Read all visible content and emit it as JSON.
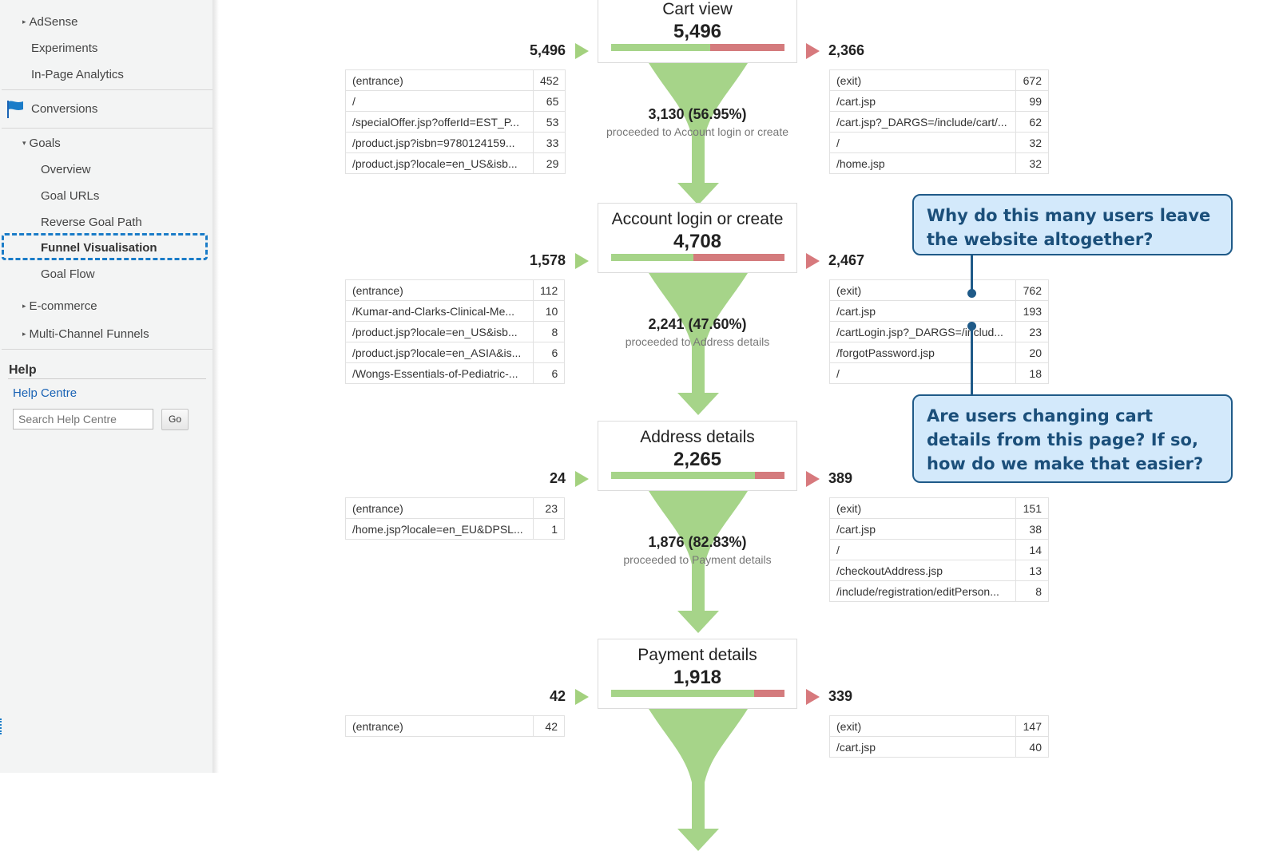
{
  "sidebar": {
    "items": [
      {
        "label": "AdSense",
        "expander": "▸"
      },
      {
        "label": "Experiments"
      },
      {
        "label": "In-Page Analytics"
      },
      {
        "label": "Conversions",
        "icon": "flag-icon"
      },
      {
        "label": "Goals",
        "expander": "▾"
      },
      {
        "label": "Overview"
      },
      {
        "label": "Goal URLs"
      },
      {
        "label": "Reverse Goal Path"
      },
      {
        "label": "Funnel Visualisation",
        "active": true
      },
      {
        "label": "Goal Flow"
      },
      {
        "label": "E-commerce",
        "expander": "▸"
      },
      {
        "label": "Multi-Channel Funnels",
        "expander": "▸"
      }
    ],
    "help": {
      "title": "Help",
      "link": "Help Centre",
      "search_placeholder": "Search Help Centre",
      "go_label": "Go"
    },
    "accent_color": "#1a7cc8"
  },
  "funnel": {
    "colors": {
      "proceed": "#a6d489",
      "exit": "#d47b7d",
      "entrance_arrow": "#a3d17e",
      "exit_arrow": "#d7797d"
    },
    "steps": [
      {
        "title": "Cart view",
        "value": "5,496",
        "entrances": "5,496",
        "exits": "2,366",
        "proceed_fraction": 0.57,
        "flow_pct": "3,130 (56.95%)",
        "flow_desc": "proceeded to Account login or create",
        "entrance_rows": [
          {
            "label": "(entrance)",
            "value": "452"
          },
          {
            "label": "/",
            "value": "65"
          },
          {
            "label": "/specialOffer.jsp?offerId=EST_P...",
            "value": "53"
          },
          {
            "label": "/product.jsp?isbn=9780124159...",
            "value": "33"
          },
          {
            "label": "/product.jsp?locale=en_US&isb...",
            "value": "29"
          }
        ],
        "exit_rows": [
          {
            "label": "(exit)",
            "value": "672"
          },
          {
            "label": "/cart.jsp",
            "value": "99"
          },
          {
            "label": "/cart.jsp?_DARGS=/include/cart/...",
            "value": "62"
          },
          {
            "label": "/",
            "value": "32"
          },
          {
            "label": "/home.jsp",
            "value": "32"
          }
        ]
      },
      {
        "title": "Account login or create",
        "value": "4,708",
        "entrances": "1,578",
        "exits": "2,467",
        "proceed_fraction": 0.476,
        "flow_pct": "2,241 (47.60%)",
        "flow_desc": "proceeded to Address details",
        "entrance_rows": [
          {
            "label": "(entrance)",
            "value": "112"
          },
          {
            "label": "/Kumar-and-Clarks-Clinical-Me...",
            "value": "10"
          },
          {
            "label": "/product.jsp?locale=en_US&isb...",
            "value": "8"
          },
          {
            "label": "/product.jsp?locale=en_ASIA&is...",
            "value": "6"
          },
          {
            "label": "/Wongs-Essentials-of-Pediatric-...",
            "value": "6"
          }
        ],
        "exit_rows": [
          {
            "label": "(exit)",
            "value": "762"
          },
          {
            "label": "/cart.jsp",
            "value": "193"
          },
          {
            "label": "/cartLogin.jsp?_DARGS=/includ...",
            "value": "23"
          },
          {
            "label": "/forgotPassword.jsp",
            "value": "20"
          },
          {
            "label": "/",
            "value": "18"
          }
        ]
      },
      {
        "title": "Address details",
        "value": "2,265",
        "entrances": "24",
        "exits": "389",
        "proceed_fraction": 0.828,
        "flow_pct": "1,876 (82.83%)",
        "flow_desc": "proceeded to Payment details",
        "entrance_rows": [
          {
            "label": "(entrance)",
            "value": "23"
          },
          {
            "label": "/home.jsp?locale=en_EU&DPSL...",
            "value": "1"
          }
        ],
        "exit_rows": [
          {
            "label": "(exit)",
            "value": "151"
          },
          {
            "label": "/cart.jsp",
            "value": "38"
          },
          {
            "label": "/",
            "value": "14"
          },
          {
            "label": "/checkoutAddress.jsp",
            "value": "13"
          },
          {
            "label": "/include/registration/editPerson...",
            "value": "8"
          }
        ]
      },
      {
        "title": "Payment details",
        "value": "1,918",
        "entrances": "42",
        "exits": "339",
        "proceed_fraction": 0.823,
        "entrance_rows": [
          {
            "label": "(entrance)",
            "value": "42"
          }
        ],
        "exit_rows": [
          {
            "label": "(exit)",
            "value": "147"
          },
          {
            "label": "/cart.jsp",
            "value": "40"
          }
        ]
      }
    ]
  },
  "annotations": [
    {
      "text": "Why do this many users leave the website altogether?",
      "color": "#1f5a88",
      "fill": "#d3e9fb"
    },
    {
      "text": "Are users changing cart details from this page? If so, how do we make that easier?",
      "color": "#1f5a88",
      "fill": "#d3e9fb"
    }
  ]
}
